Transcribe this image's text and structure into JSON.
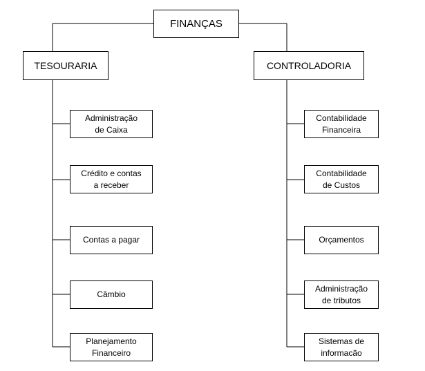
{
  "root": {
    "label": "FINANÇAS"
  },
  "left_branch": {
    "label": "TESOURARIA",
    "items": [
      {
        "label": "Administração\nde Caixa"
      },
      {
        "label": "Crédito e contas\na receber"
      },
      {
        "label": "Contas a pagar"
      },
      {
        "label": "Câmbio"
      },
      {
        "label": "Planejamento\nFinanceiro"
      }
    ]
  },
  "right_branch": {
    "label": "CONTROLADORIA",
    "items": [
      {
        "label": "Contabilidade\nFinanceira"
      },
      {
        "label": "Contabilidade\nde Custos"
      },
      {
        "label": "Orçamentos"
      },
      {
        "label": "Administração\nde tributos"
      },
      {
        "label": "Sistemas de\ninformacão"
      }
    ]
  }
}
